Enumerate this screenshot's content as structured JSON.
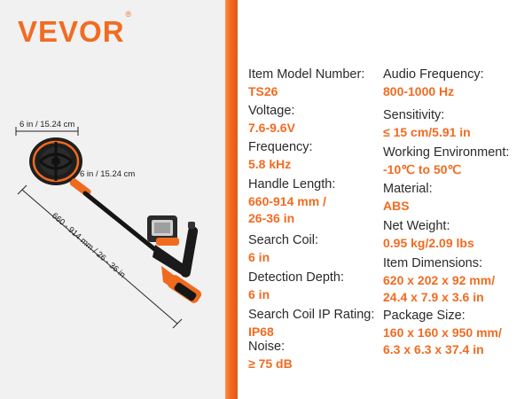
{
  "brand": {
    "name": "VEVOR",
    "mark": "®"
  },
  "product_dimensions": {
    "coil_width": "6 in / 15.24 cm",
    "coil_depth": "6 in / 15.24 cm",
    "total_length": "660 - 914 mm / 26 - 36 in"
  },
  "specs": {
    "left": [
      {
        "label": "Item Model Number:",
        "value": [
          "TS26"
        ]
      },
      {
        "label": "Voltage:",
        "value": [
          "7.6-9.6V"
        ]
      },
      {
        "label": "Frequency:",
        "value": [
          "5.8 kHz"
        ]
      },
      {
        "label": "Handle Length:",
        "value": [
          "660-914 mm /",
          "26-36 in"
        ]
      },
      {
        "label": "Search Coil:",
        "value": [
          "6 in"
        ]
      },
      {
        "label": "Detection Depth:",
        "value": [
          "6 in"
        ]
      },
      {
        "label": "Search Coil IP Rating:",
        "value": [
          "IP68"
        ]
      },
      {
        "label": "Noise:",
        "value": [
          "≥ 75 dB"
        ]
      }
    ],
    "right": [
      {
        "label": "Audio Frequency:",
        "value": [
          "800-1000 Hz"
        ]
      },
      {
        "label": "Sensitivity:",
        "value": [
          "≤ 15 cm/5.91 in"
        ]
      },
      {
        "label": "Working Environment:",
        "value": [
          "-10℃ to 50℃"
        ]
      },
      {
        "label": "Material:",
        "value": [
          "ABS"
        ]
      },
      {
        "label": "Net Weight:",
        "value": [
          "0.95 kg/2.09 lbs"
        ]
      },
      {
        "label": "Item Dimensions:",
        "value": [
          "620 x 202 x 92 mm/",
          "24.4 x 7.9 x 3.6 in"
        ]
      },
      {
        "label": "Package Size:",
        "value": [
          "160 x 160 x 950 mm/",
          "6.3 x 6.3 x 37.4 in"
        ]
      }
    ]
  },
  "colors": {
    "accent": "#f26b21",
    "text": "#2a2a2a",
    "panel": "#f1f1f1"
  }
}
